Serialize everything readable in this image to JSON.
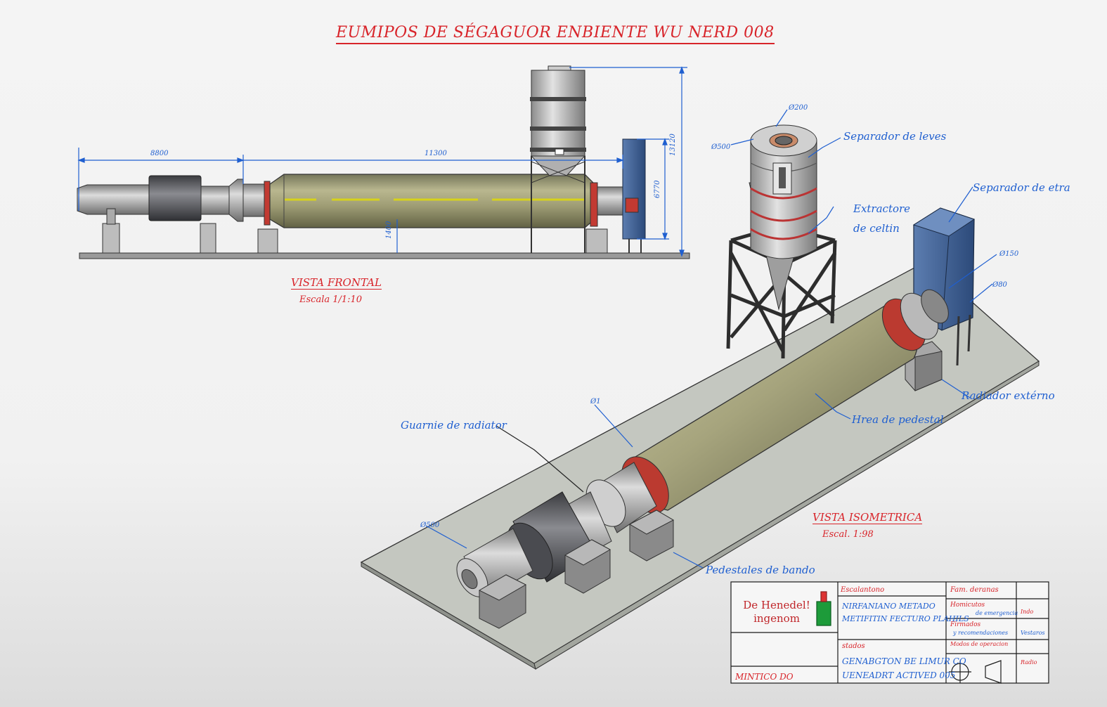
{
  "title": "EUMIPOS DE SÉGAGUOR ENBIENTE WU NERD 008",
  "front_view": {
    "label": "VISTA FRONTAL",
    "scale": "Escala 1/1:10",
    "dims": {
      "left_length": "8800",
      "right_length": "11300",
      "height_total": "13120",
      "height_right": "6770",
      "height_mid": "1400"
    }
  },
  "iso_view": {
    "label": "VISTA ISOMETRICA",
    "scale": "Escal. 1:98",
    "callouts": {
      "separator_top": "Separador de leves",
      "separator_right": "Separador de etra",
      "extractor_line1": "Extractore",
      "extractor_line2": "de celtin",
      "radiator_left": "Guarnie de radiator",
      "radiator_right": "Radiador extérno",
      "pedestal": "Hrea de pedestal",
      "pedestal_bottom": "Pedestales de bando"
    },
    "small_marks": {
      "top": "Ø200",
      "left": "Ø500",
      "right1": "Ø150",
      "right2": "Ø80",
      "shell": "Ø1",
      "left_low": "Ø500"
    }
  },
  "title_block": {
    "company_line1": "De Henedel!",
    "company_line2": "ingenom",
    "left_bottom": "MINTICO DO",
    "col2_head": "Escalantono",
    "col2_line1": "NIRFANIANO METADO",
    "col2_line2": "METIFITIN FECTURO PLAHILS",
    "col2_small": "stados",
    "col2_bottom1": "GENABGTON BE LIMUR CO",
    "col2_bottom2": "UENEADRT ACTIVED 005",
    "col3_head": "Fam. deranas",
    "col3_r1": "Homicutos",
    "col3_r1b": "de emergencia",
    "col3_r2": "Firmados",
    "col3_r2b": "y recomendaciones",
    "col3_r3": "Modos de operacion",
    "col4_r1": "Indo",
    "col4_r2": "Vestaros",
    "col4_r3": "Radio"
  },
  "colors": {
    "red": "#d8242a",
    "blue": "#1f5fd0",
    "shell": "#9c9a70",
    "base": "#c4c7c0",
    "fan": "#3d5f93"
  }
}
